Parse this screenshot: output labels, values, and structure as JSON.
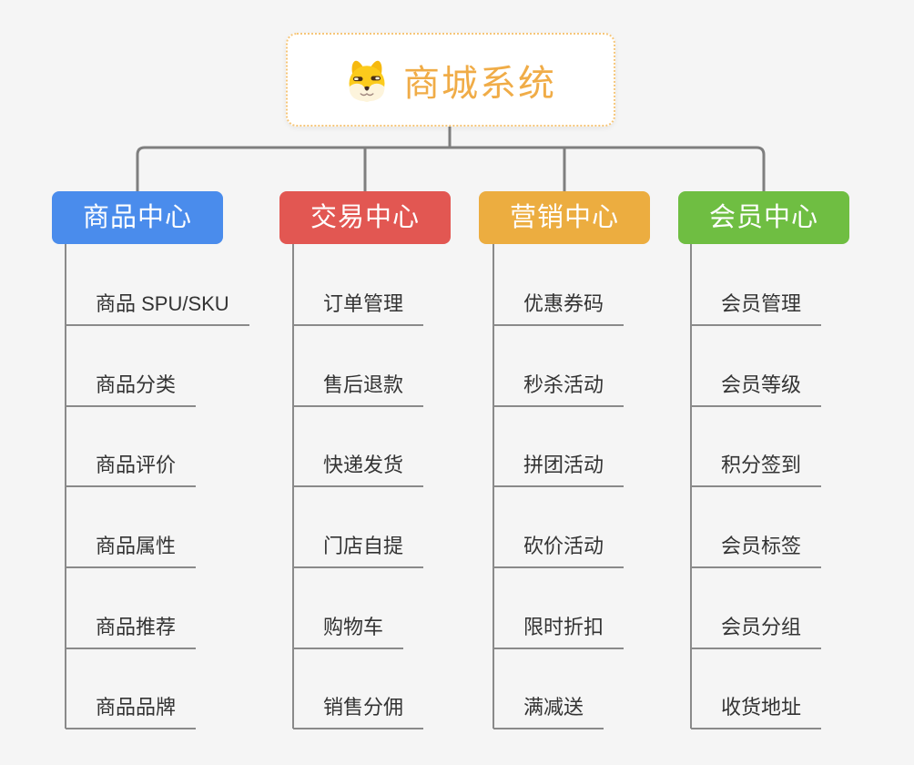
{
  "root": {
    "label": "商城系统",
    "icon": "shiba-dog-icon",
    "text_color": "#F0AC47",
    "border_color": "#F6C679"
  },
  "connector_color": "#7F7F7F",
  "underline_color": "#8A8A8A",
  "background_color": "#F5F5F5",
  "branches": [
    {
      "label": "商品中心",
      "color": "#4A8CEC",
      "items": [
        "商品 SPU/SKU",
        "商品分类",
        "商品评价",
        "商品属性",
        "商品推荐",
        "商品品牌"
      ]
    },
    {
      "label": "交易中心",
      "color": "#E25752",
      "items": [
        "订单管理",
        "售后退款",
        "快递发货",
        "门店自提",
        "购物车",
        "销售分佣"
      ]
    },
    {
      "label": "营销中心",
      "color": "#ECAD40",
      "items": [
        "优惠券码",
        "秒杀活动",
        "拼团活动",
        "砍价活动",
        "限时折扣",
        "满减送"
      ]
    },
    {
      "label": "会员中心",
      "color": "#6FBE42",
      "items": [
        "会员管理",
        "会员等级",
        "积分签到",
        "会员标签",
        "会员分组",
        "收货地址"
      ]
    }
  ]
}
